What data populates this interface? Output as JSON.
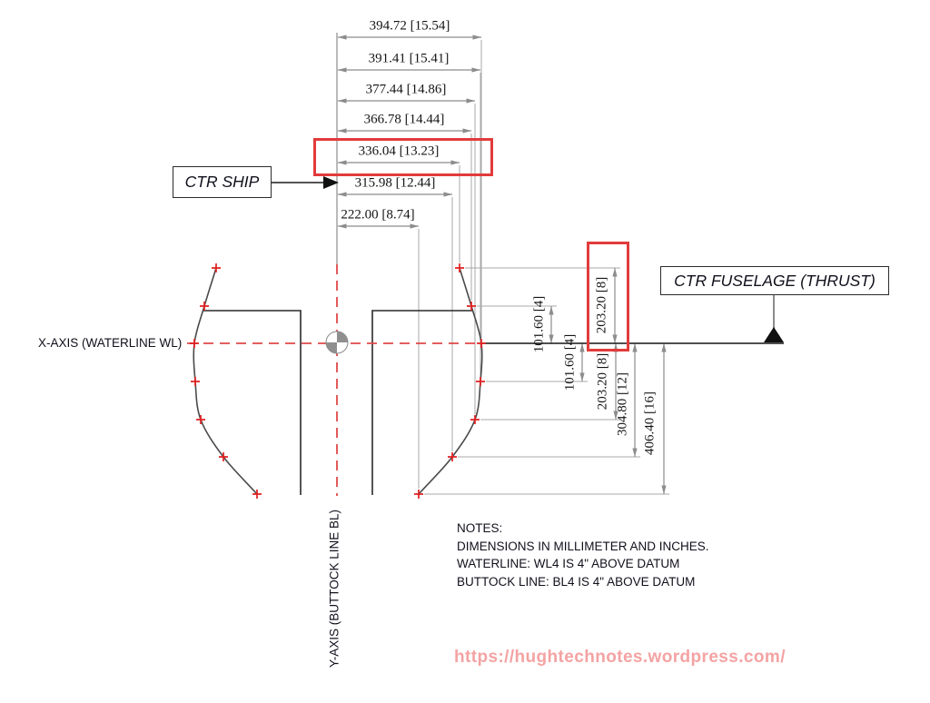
{
  "labels": {
    "ctr_ship": "CTR SHIP",
    "ctr_fuselage": "CTR FUSELAGE (THRUST)",
    "x_axis": "X-AXIS (WATERLINE WL)",
    "y_axis": "Y-AXIS (BUTTOCK LINE BL)"
  },
  "dims_horizontal": [
    {
      "mm": "394.72",
      "in": "15.54",
      "label": "394.72 [15.54]",
      "highlighted": false
    },
    {
      "mm": "391.41",
      "in": "15.41",
      "label": "391.41 [15.41]",
      "highlighted": false
    },
    {
      "mm": "377.44",
      "in": "14.86",
      "label": "377.44 [14.86]",
      "highlighted": false
    },
    {
      "mm": "366.78",
      "in": "14.44",
      "label": "366.78 [14.44]",
      "highlighted": false
    },
    {
      "mm": "336.04",
      "in": "13.23",
      "label": "336.04 [13.23]",
      "highlighted": true
    },
    {
      "mm": "315.98",
      "in": "12.44",
      "label": "315.98 [12.44]",
      "highlighted": false
    },
    {
      "mm": "222.00",
      "in": "8.74",
      "label": "222.00 [8.74]",
      "highlighted": false
    }
  ],
  "dims_vertical_above_waterline": [
    {
      "mm": "101.60",
      "in": "4",
      "label": "101.60 [4]",
      "highlighted": false
    },
    {
      "mm": "203.20",
      "in": "8",
      "label": "203.20 [8]",
      "highlighted": true
    }
  ],
  "dims_vertical_below_waterline": [
    {
      "mm": "101.60",
      "in": "4",
      "label": "101.60 [4]",
      "highlighted": false
    },
    {
      "mm": "203.20",
      "in": "8",
      "label": "203.20 [8]",
      "highlighted": false
    },
    {
      "mm": "304.80",
      "in": "12",
      "label": "304.80 [12]",
      "highlighted": false
    },
    {
      "mm": "406.40",
      "in": "16",
      "label": "406.40 [16]",
      "highlighted": false
    }
  ],
  "notes": {
    "title": "NOTES:",
    "lines": [
      "DIMENSIONS IN MILLIMETER AND INCHES.",
      "WATERLINE: WL4 IS 4\" ABOVE DATUM",
      "BUTTOCK LINE: BL4 IS 4\" ABOVE DATUM"
    ]
  },
  "watermark_url": "https://hughtechnotes.wordpress.com/",
  "colors": {
    "centerline_red": "#e04848",
    "marker_red": "#e02020",
    "highlight_red": "#e23b3b",
    "watermark_pink": "#f4a3a3",
    "dimension_gray": "#8c8c8c",
    "line_black": "#1a1a1a",
    "datum_gray": "#8f8f8f"
  }
}
